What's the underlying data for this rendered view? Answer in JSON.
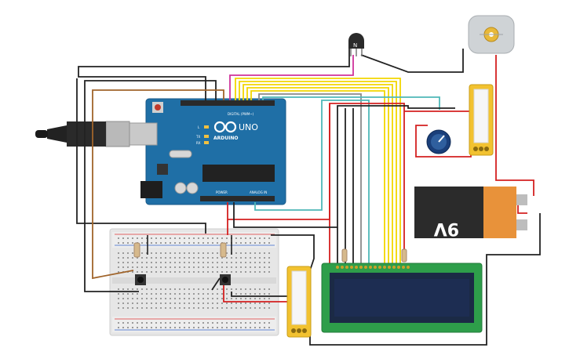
{
  "arduino": {
    "brand": "ARDUINO",
    "model": "UNO",
    "digital_header": "DIGITAL (PWM~)",
    "power_header": "POWER",
    "analog_header": "ANALOG IN",
    "led_labels": [
      "L",
      "TX",
      "RX"
    ]
  },
  "transistor": {
    "label": "N"
  },
  "battery": {
    "label": "9V"
  },
  "colors": {
    "wire_black": "#222222",
    "wire_red": "#d42020",
    "wire_yellow": "#f2d600",
    "wire_magenta": "#d0329a",
    "wire_brown": "#a0642a",
    "wire_teal": "#4fb8b8",
    "wire_gray": "#9a9a9a",
    "arduino_blue": "#1f6fa6",
    "lcd_green": "#2e9e4a",
    "lcd_screen": "#1d2d52",
    "slider_yellow": "#f2c230"
  }
}
